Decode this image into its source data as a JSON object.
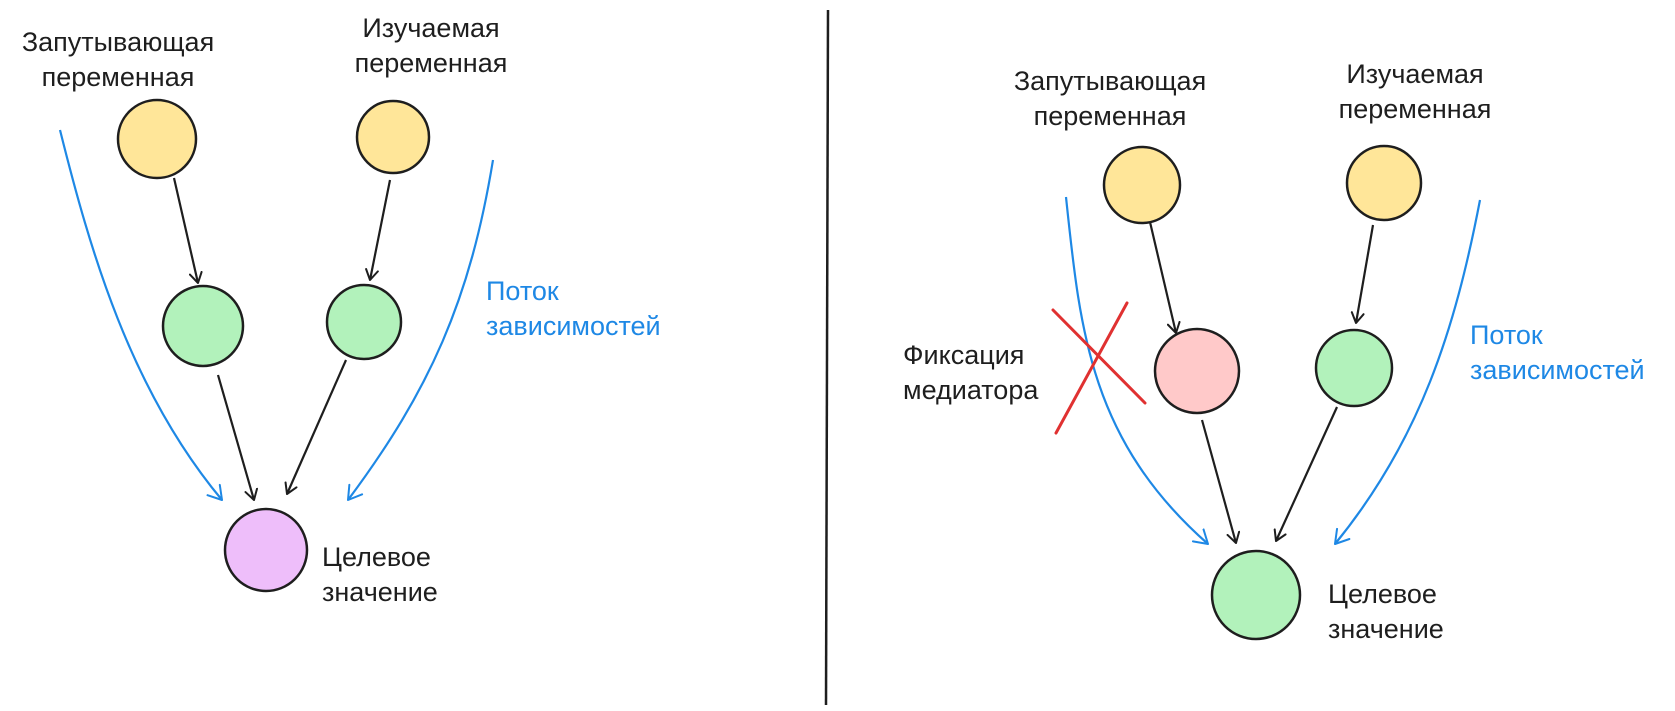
{
  "colors": {
    "ink": "#1e1e1e",
    "flow": "#1e88e5",
    "cross": "#e03131",
    "node_yellow": "#ffe699",
    "node_green": "#b2f2bb",
    "node_pink": "#ffc9c9",
    "node_violet": "#eebefa"
  },
  "left": {
    "confounder_label": [
      "Запутывающая",
      "переменная"
    ],
    "studied_label": [
      "Изучаемая",
      "переменная"
    ],
    "flow_label": [
      "Поток",
      "зависимостей"
    ],
    "target_label": [
      "Целевое",
      "значение"
    ]
  },
  "right": {
    "confounder_label": [
      "Запутывающая",
      "переменная"
    ],
    "studied_label": [
      "Изучаемая",
      "переменная"
    ],
    "flow_label": [
      "Поток",
      "зависимостей"
    ],
    "target_label": [
      "Целевое",
      "значение"
    ],
    "mediator_label": [
      "Фиксация",
      "медиатора"
    ]
  }
}
